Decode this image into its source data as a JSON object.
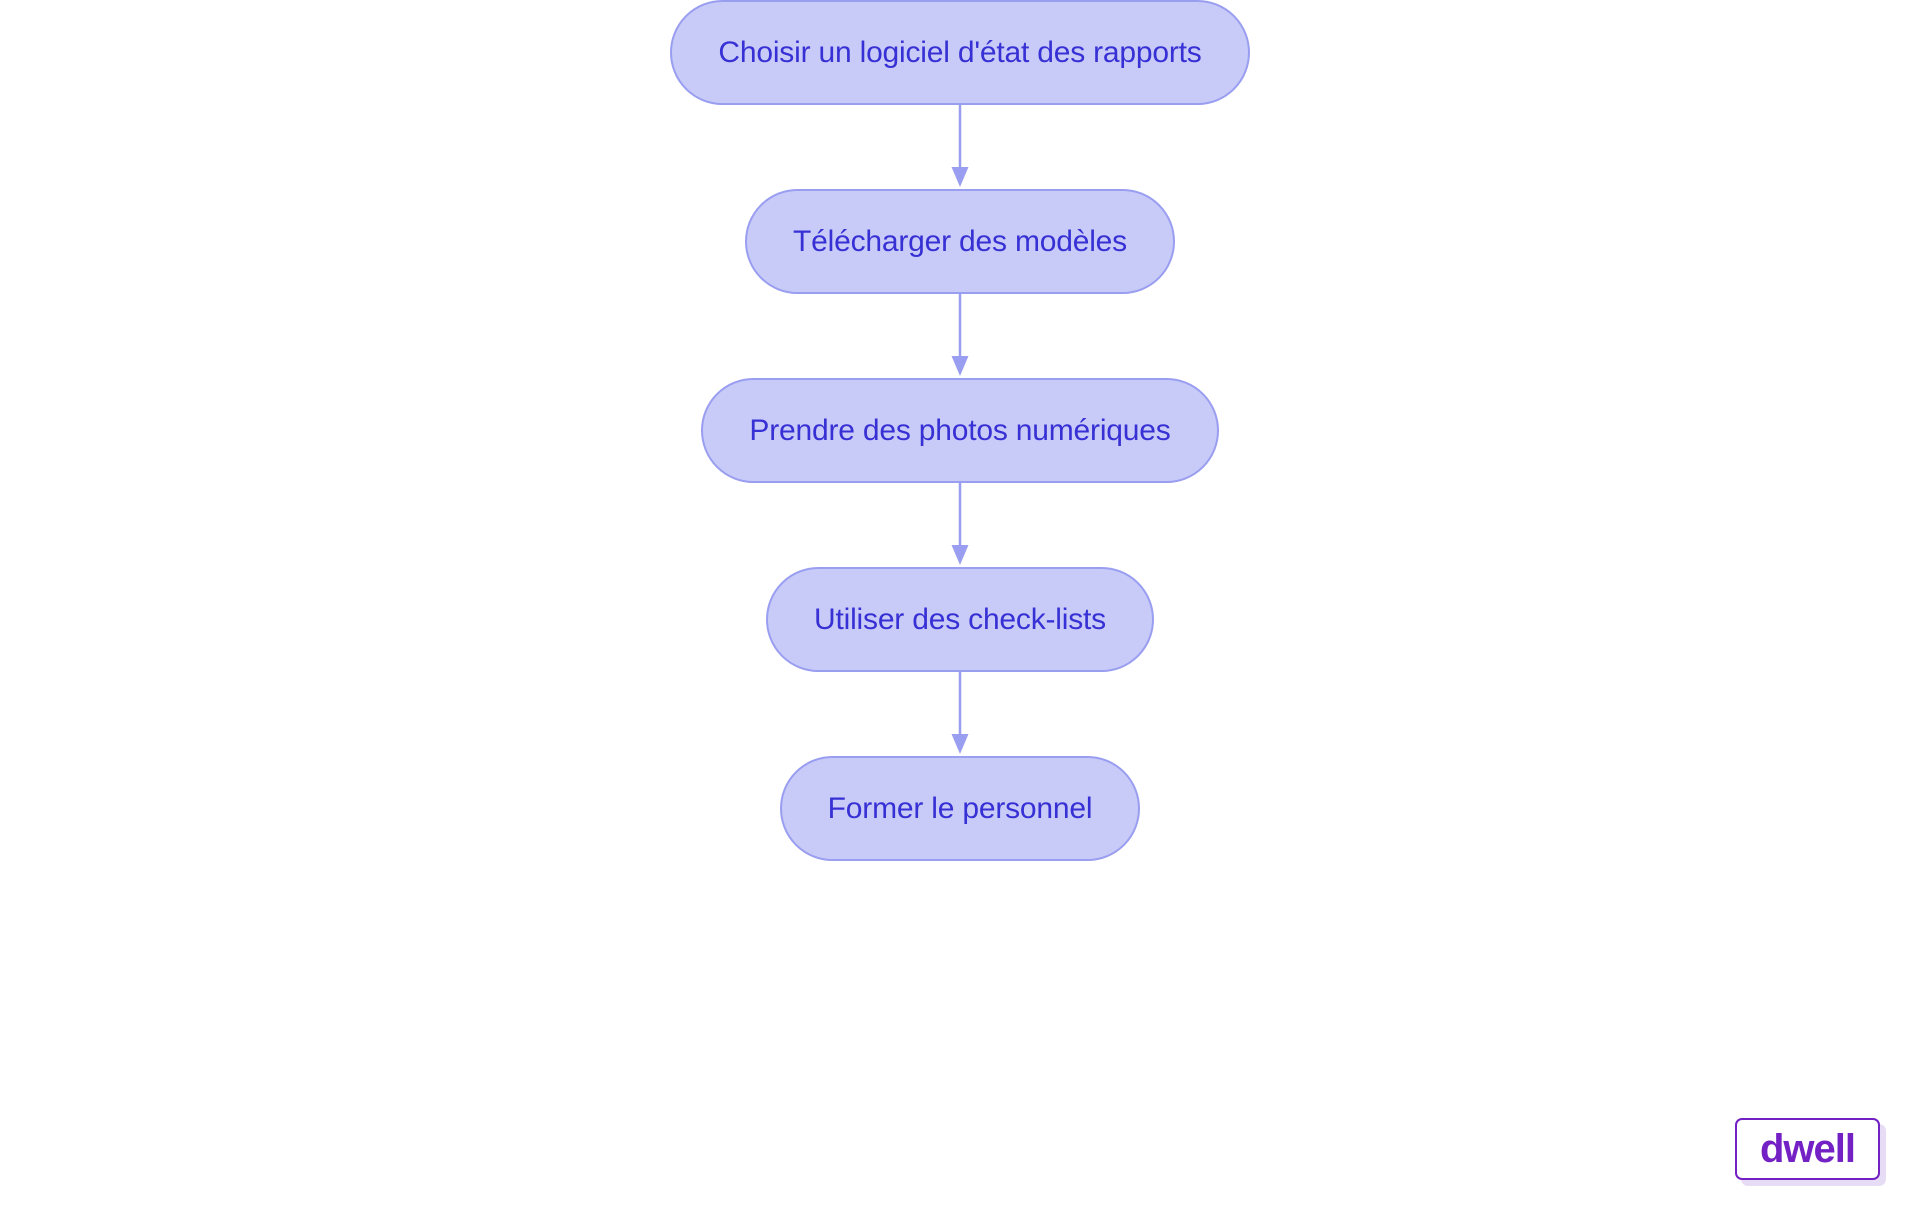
{
  "diagram": {
    "type": "flowchart",
    "direction": "top-to-bottom",
    "background_color": "#ffffff",
    "node_fill_color": "#c8cbf8",
    "node_border_color": "#9a9ef0",
    "node_text_color": "#3730d4",
    "connector_color": "#9a9ef0",
    "nodes": [
      {
        "id": "n1",
        "label": "Choisir un logiciel d'état des rapports"
      },
      {
        "id": "n2",
        "label": "Télécharger des modèles"
      },
      {
        "id": "n3",
        "label": "Prendre des photos numériques"
      },
      {
        "id": "n4",
        "label": "Utiliser des check-lists"
      },
      {
        "id": "n5",
        "label": "Former le personnel"
      }
    ],
    "edges": [
      {
        "from": "n1",
        "to": "n2",
        "arrow": "down-arrow"
      },
      {
        "from": "n2",
        "to": "n3",
        "arrow": "down-arrow"
      },
      {
        "from": "n3",
        "to": "n4",
        "arrow": "down-arrow"
      },
      {
        "from": "n4",
        "to": "n5",
        "arrow": "down-arrow"
      }
    ]
  },
  "watermark": {
    "text": "dwell",
    "text_color": "#7320c4",
    "border_color": "#7320c4",
    "background_color": "#ffffff",
    "shadow_color": "#e6dcf5"
  }
}
